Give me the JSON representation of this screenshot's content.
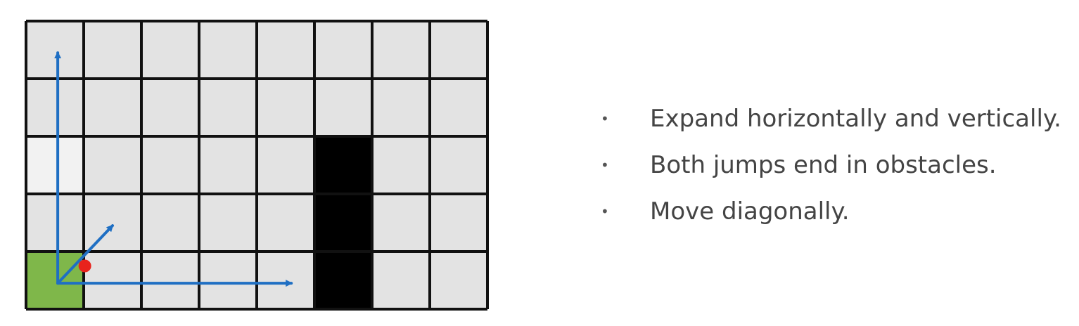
{
  "grid": {
    "columns": 8,
    "rows": 5,
    "cell_color": "#e3e3e3",
    "pale_cell_color": "#f2f2f2",
    "line_color": "#111111",
    "start_cell": {
      "col": 0,
      "row": 4,
      "color": "#7fb74a"
    },
    "pale_cells": [
      {
        "col": 0,
        "row": 2
      }
    ],
    "obstacle_cells": [
      {
        "col": 5,
        "row": 2
      },
      {
        "col": 5,
        "row": 3
      },
      {
        "col": 5,
        "row": 4
      }
    ],
    "obstacle_color": "#000000",
    "arrow_color": "#1f6fc3",
    "arrows": [
      {
        "name": "up",
        "from": {
          "col": 0.55,
          "row": 4.55
        },
        "to": {
          "col": 0.55,
          "row": 0.55
        }
      },
      {
        "name": "right",
        "from": {
          "col": 0.55,
          "row": 4.55
        },
        "to": {
          "col": 4.6,
          "row": 4.55
        }
      },
      {
        "name": "diagonal",
        "from": {
          "col": 0.55,
          "row": 4.55
        },
        "to": {
          "col": 1.5,
          "row": 3.55
        }
      }
    ],
    "current_point": {
      "col": 1.02,
      "row": 4.25,
      "color": "#e8231c"
    }
  },
  "bullets": [
    {
      "dot": "•",
      "text": "Expand horizontally and vertically."
    },
    {
      "dot": "•",
      "text": "Both jumps end in obstacles."
    },
    {
      "dot": "•",
      "text": "Move diagonally."
    }
  ]
}
